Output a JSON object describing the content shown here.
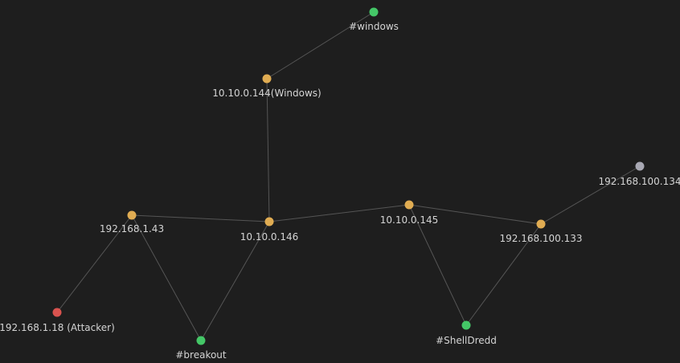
{
  "colors": {
    "background": "#1e1e1e",
    "host": "#e0ac52",
    "tag": "#44c767",
    "attacker": "#d9534f",
    "unknown": "#a8a8b3",
    "edge": "#555555",
    "label": "#d4d4d4"
  },
  "graph": {
    "nodes": [
      {
        "id": "windows_tag",
        "label": "#windows",
        "kind": "tag"
      },
      {
        "id": "win_host",
        "label": "10.10.0.144(Windows)",
        "kind": "host"
      },
      {
        "id": "h_192_168_1_43",
        "label": "192.168.1.43",
        "kind": "host"
      },
      {
        "id": "h_10_10_0_146",
        "label": "10.10.0.146",
        "kind": "host"
      },
      {
        "id": "h_10_10_0_145",
        "label": "10.10.0.145",
        "kind": "host"
      },
      {
        "id": "h_192_168_100_133",
        "label": "192.168.100.133",
        "kind": "host"
      },
      {
        "id": "h_192_168_100_134",
        "label": "192.168.100.134",
        "kind": "unknown"
      },
      {
        "id": "attacker",
        "label": "192.168.1.18 (Attacker)",
        "kind": "attacker"
      },
      {
        "id": "breakout_tag",
        "label": "#breakout",
        "kind": "tag"
      },
      {
        "id": "shelldredd_tag",
        "label": "#ShellDredd",
        "kind": "tag"
      }
    ],
    "edges": [
      [
        "windows_tag",
        "win_host"
      ],
      [
        "win_host",
        "h_10_10_0_146"
      ],
      [
        "h_192_168_1_43",
        "h_10_10_0_146"
      ],
      [
        "h_10_10_0_146",
        "h_10_10_0_145"
      ],
      [
        "h_10_10_0_145",
        "h_192_168_100_133"
      ],
      [
        "h_192_168_100_133",
        "h_192_168_100_134"
      ],
      [
        "h_192_168_1_43",
        "attacker"
      ],
      [
        "h_192_168_1_43",
        "breakout_tag"
      ],
      [
        "h_10_10_0_146",
        "breakout_tag"
      ],
      [
        "h_10_10_0_145",
        "shelldredd_tag"
      ],
      [
        "h_192_168_100_133",
        "shelldredd_tag"
      ]
    ]
  }
}
